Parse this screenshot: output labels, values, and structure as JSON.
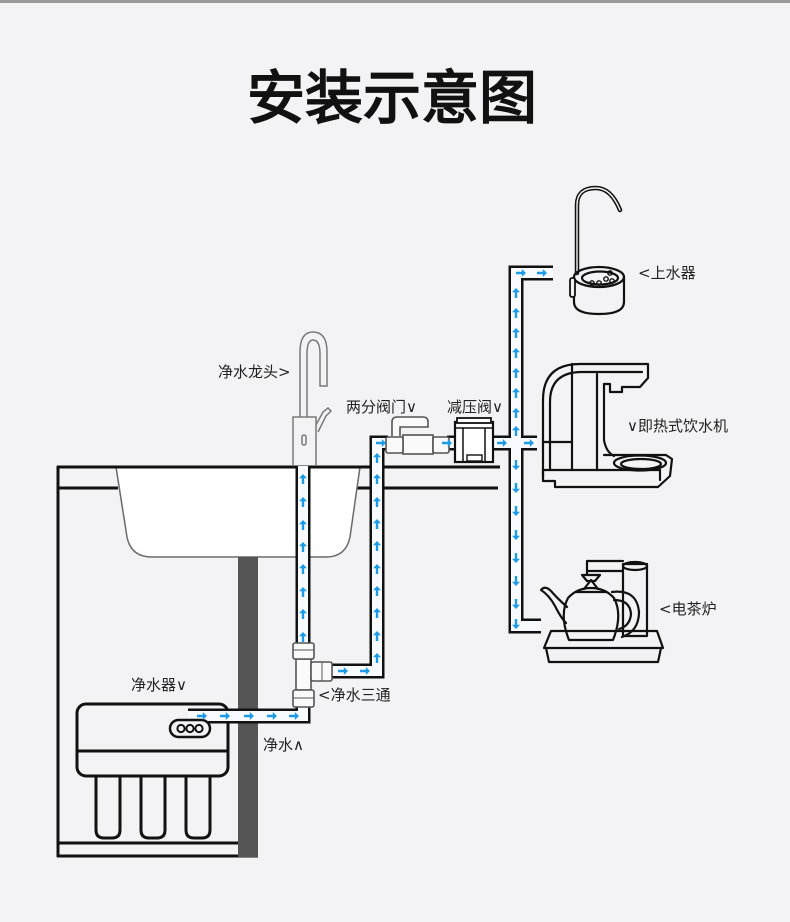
{
  "title": "安装示意图",
  "labels": {
    "faucet": "净水龙头>",
    "two_way_valve": "两分阀门∨",
    "pressure_reducer": "减压阀∨",
    "water_dispenser": "<上水器",
    "instant_heater": "∨即热式饮水机",
    "electric_kettle": "<电茶炉",
    "purifier": "净水器∨",
    "tee": "<净水三通",
    "pure_water": "净水∧"
  },
  "colors": {
    "background": "#f3f3f5",
    "pipe_wall": "#111111",
    "pipe_interior": "#f7fbff",
    "flow_arrow": "#1e9be6",
    "drain_pipe": "#555555"
  }
}
